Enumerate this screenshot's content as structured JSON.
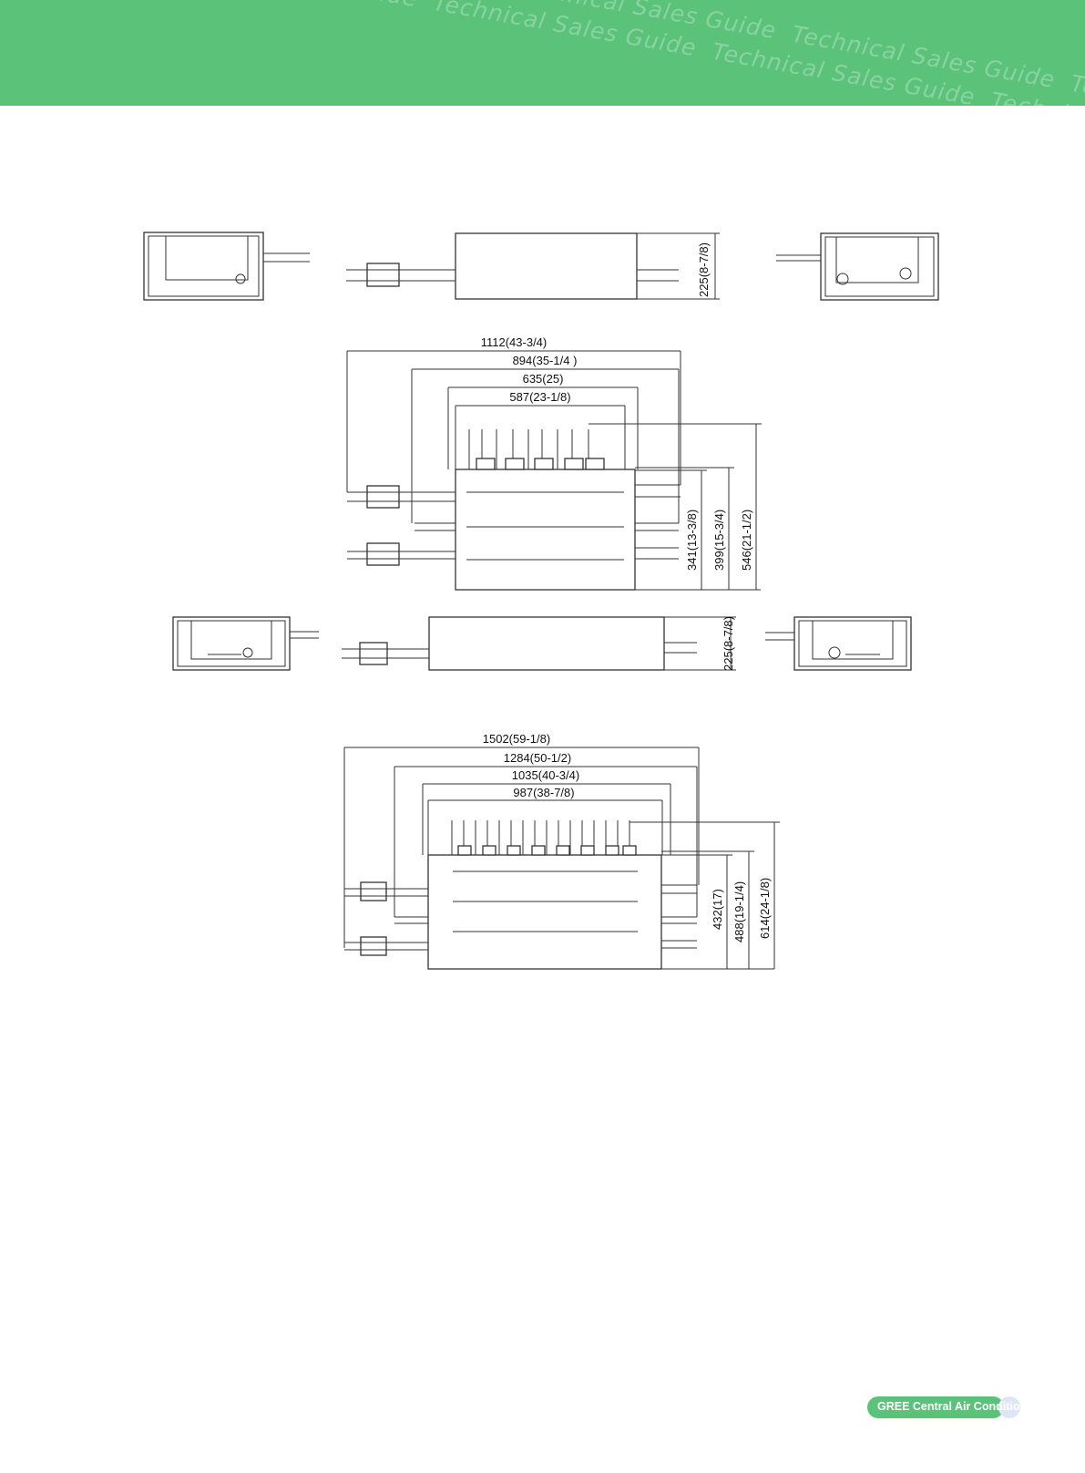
{
  "header": {
    "watermark_text": "Technical Sales Guide"
  },
  "footer": {
    "brand_label": "GREE Central Air Conditioners"
  },
  "drawing1": {
    "top_height": "225(8-7/8)",
    "widths": [
      "1112(43-3/4)",
      "894(35-1/4 )",
      "635(25)",
      "587(23-1/8)"
    ],
    "heights": [
      "341(13-3/8)",
      "399(15-3/4)",
      "546(21-1/2)"
    ]
  },
  "drawing2": {
    "top_height": "225(8-7/8)",
    "widths": [
      "1502(59-1/8)",
      "1284(50-1/2)",
      "1035(40-3/4)",
      "987(38-7/8)"
    ],
    "heights": [
      "432(17)",
      "488(19-1/4)",
      "614(24-1/8)"
    ]
  },
  "colors": {
    "banner": "#5bc27a",
    "footer_dot": "#dde6f4"
  }
}
